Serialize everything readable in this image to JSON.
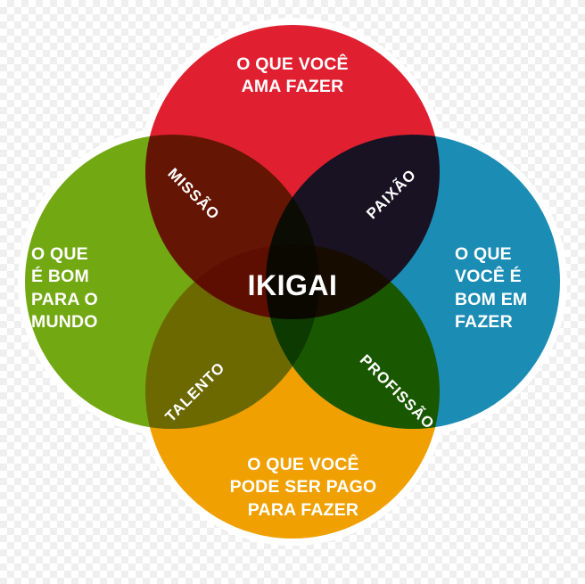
{
  "diagram": {
    "title": "IKIGAI",
    "type": "venn-4-circle",
    "language": "pt-BR"
  },
  "center": {
    "label": "IKIGAI",
    "color": "#5C1008"
  },
  "circles": [
    {
      "id": "love",
      "position": "top",
      "label": "O QUE VOCÊ\nAMA FAZER",
      "color": "#E02030",
      "text_color": "#FFFFFF"
    },
    {
      "id": "world-needs",
      "position": "left",
      "label": "O QUE\nÉ BOM\nPARA O\nMUNDO",
      "color": "#72A812",
      "text_color": "#FFFFFF"
    },
    {
      "id": "good-at",
      "position": "right",
      "label": "O QUE\nVOCÊ É\nBOM EM\nFAZER",
      "color": "#1B8CB4",
      "text_color": "#FFFFFF"
    },
    {
      "id": "paid-for",
      "position": "bottom",
      "label": "O QUE VOCÊ\nPODE SER PAGO\nPARA FAZER",
      "color": "#F0A000",
      "text_color": "#FFFFFF"
    }
  ],
  "intersections": [
    {
      "id": "mission",
      "label": "MISSÃO",
      "between": [
        "love",
        "world-needs"
      ],
      "position": "top-left",
      "rotation_deg": 45,
      "color": "#A32A0C",
      "text_color": "#FFFFFF"
    },
    {
      "id": "passion",
      "label": "PAIXÃO",
      "between": [
        "love",
        "good-at"
      ],
      "position": "top-right",
      "rotation_deg": -45,
      "color": "#9E1C28",
      "text_color": "#FFFFFF"
    },
    {
      "id": "vocation",
      "label": "TALENTO",
      "between": [
        "world-needs",
        "paid-for"
      ],
      "position": "bottom-left",
      "rotation_deg": -45,
      "color": "#8E900B",
      "text_color": "#FFFFFF"
    },
    {
      "id": "profession",
      "label": "PROFISSÃO",
      "between": [
        "good-at",
        "paid-for"
      ],
      "position": "bottom-right",
      "rotation_deg": 45,
      "color": "#74930A",
      "text_color": "#FFFFFF"
    }
  ],
  "background": {
    "kind": "transparency-checkerboard",
    "light": "#FFFFFF",
    "dark": "#EFEFEF",
    "halo": "#FFFFFF"
  }
}
